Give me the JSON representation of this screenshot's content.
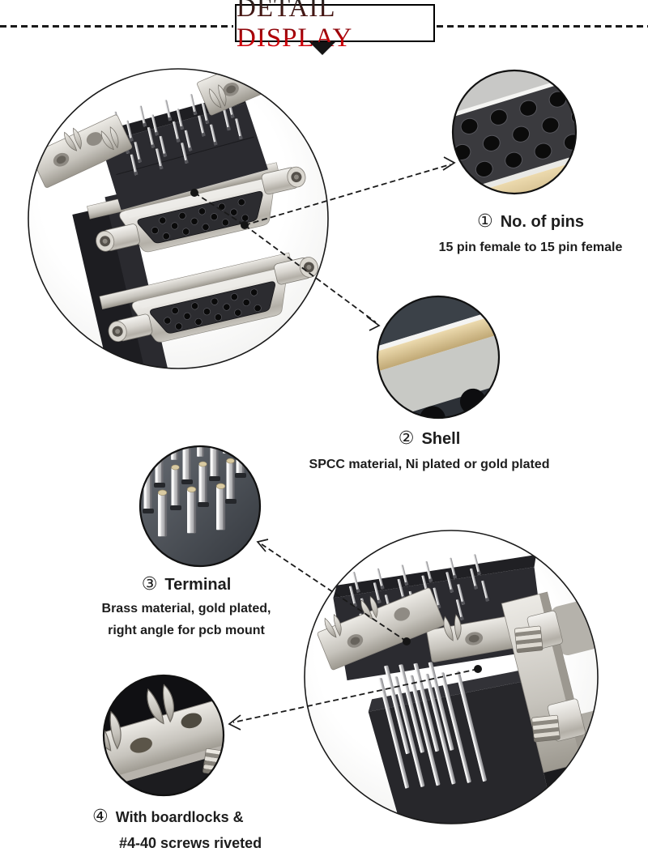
{
  "header": {
    "title": "DETAIL DISPLAY"
  },
  "callouts": [
    {
      "number": "①",
      "title": "No. of pins",
      "lines": [
        "15 pin female to 15 pin female"
      ]
    },
    {
      "number": "②",
      "title": "Shell",
      "lines": [
        "SPCC material, Ni plated or gold plated"
      ]
    },
    {
      "number": "③",
      "title": "Terminal",
      "lines": [
        "Brass material, gold plated,",
        "right angle for pcb mount"
      ]
    },
    {
      "number": "④",
      "title": "With boardlocks &",
      "lines": [
        "#4-40 screws riveted"
      ]
    }
  ],
  "icons": [
    "down-arrow-icon",
    "callout-dot",
    "arrowhead-icon"
  ],
  "colors": {
    "title_red": "#cf0008",
    "outline": "#1a1a1a",
    "text": "#1d1d1d",
    "metal": "#d8d5cf",
    "gold": "#d9c394",
    "body_dark": "#2b2b30"
  }
}
